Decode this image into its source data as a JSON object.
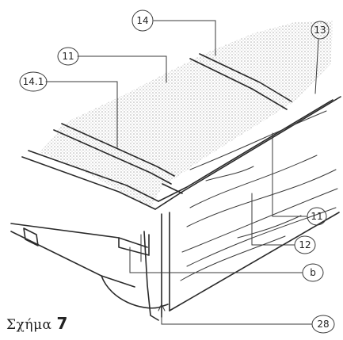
{
  "figure": {
    "caption_word": "Σχήμα",
    "caption_number": "7"
  },
  "callouts": [
    {
      "id": "c14",
      "label": "14"
    },
    {
      "id": "c13",
      "label": "13"
    },
    {
      "id": "c11-top",
      "label": "11"
    },
    {
      "id": "c14-1",
      "label": "14.1"
    },
    {
      "id": "c11-right",
      "label": "11"
    },
    {
      "id": "c12",
      "label": "12"
    },
    {
      "id": "cb",
      "label": "b"
    },
    {
      "id": "c28",
      "label": "28"
    }
  ],
  "colors": {
    "ink": "#2a2a2a",
    "stipple": "#b9b9b9",
    "background": "#ffffff"
  }
}
